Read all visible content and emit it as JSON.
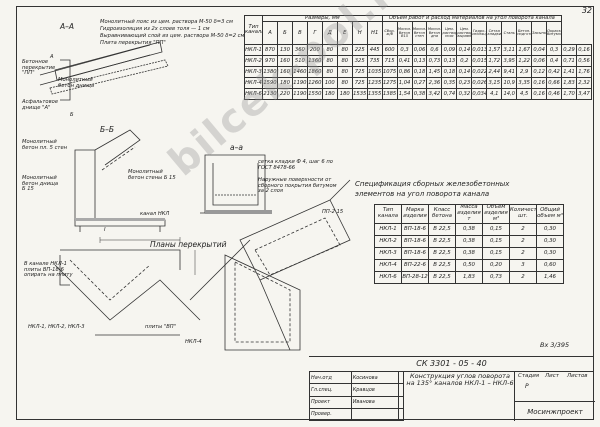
{
  "page_number": "32",
  "top_notes": {
    "line1": "Монолитный пояс из цем. раствора М-50 δ=3 см",
    "line2": "Гидроизоляция из 2х слоев толя — 1 см",
    "line3": "Выравнивающий слой из цем. раствора М-50 δ=2 см",
    "line4": "Плита перекрытия \"ПП\""
  },
  "drawing_labels": {
    "section_aa_top": "А–А",
    "section_bb": "Б–Б",
    "section_aa_small": "а–а",
    "plans_title": "Планы перекрытий",
    "label_upper_slab": "Бетонное перекрытие \"ПП\"",
    "label_concrete_bottom": "Монолитный бетон днища",
    "label_asphalt": "Асфальтовое днище \"А\"",
    "label_concrete_walls": "Монолитный бетон пл. 5 стен",
    "label_concrete_walls_b": "Монолитный бетон стены Б 15",
    "label_channel": "канал НКЛ",
    "label_mesh": "сетка кладки Ф 4, шаг 6 по ГОСТ 8478-66",
    "label_outer": "Наружные поверхности от сборного покрытия битумом за 2 слоя",
    "label_hkl_in": "В канале НКЛ-1 плиты ВП-18-6 опирать на плиту",
    "label_hkl_list": "НКЛ-1, НКЛ-2, НКЛ-3",
    "label_plate_pp": "плиты \"ВП\"",
    "label_hkl4": "НКЛ-4",
    "label_bottom_concrete": "Монолитный бетон днища Б 15",
    "label_pp_top": "ПП-2 15",
    "mark_1": "I",
    "mark_b": "Б",
    "mark_a": "А"
  },
  "main_table": {
    "header_group_dims": "Размеры, мм",
    "header_group_volume": "Объем работ и расход материалов на угол поворота канала",
    "header_type": "Тип канала",
    "dim_cols": [
      "А",
      "Б",
      "В",
      "Г",
      "Д",
      "Е",
      "Н",
      "Н1"
    ],
    "vol_cols": [
      "Сбор. ж/б",
      "Монол. бетон В15",
      "Монол. бетон стен",
      "Монол. бетон дна",
      "Цем. раствор пояс",
      "Цем. раствор выравн.",
      "Гидро-изоляция",
      "Сетка кладки",
      "Сталь",
      "Бетон. подготовка",
      "Засыпка",
      "Окраска битумом"
    ],
    "rows": [
      [
        "НКЛ-1",
        "870",
        "130",
        "360",
        "200",
        "80",
        "80",
        "225",
        "445",
        "600",
        "0,3",
        "0,06",
        "0,6",
        "0,09",
        "0,14",
        "0,013",
        "1,57",
        "3,11",
        "1,67",
        "0,04",
        "0,3",
        "0,29",
        "0,16"
      ],
      [
        "НКЛ-2",
        "970",
        "160",
        "510",
        "1360",
        "80",
        "80",
        "325",
        "735",
        "715",
        "0,41",
        "0,13",
        "0,73",
        "0,13",
        "0,2",
        "0,015",
        "1,72",
        "3,95",
        "1,22",
        "0,06",
        "0,4",
        "0,71",
        "0,56"
      ],
      [
        "НКЛ-3",
        "1380",
        "160",
        "1460",
        "1860",
        "80",
        "80",
        "725",
        "1035",
        "1075",
        "0,86",
        "0,18",
        "1,45",
        "0,18",
        "0,14",
        "0,022",
        "2,44",
        "9,41",
        "2,9",
        "0,12",
        "0,42",
        "1,41",
        "1,76"
      ],
      [
        "НКЛ-4",
        "1590",
        "180",
        "1190",
        "1260",
        "100",
        "80",
        "725",
        "1235",
        "1275",
        "1,04",
        "0,27",
        "2,36",
        "0,35",
        "0,23",
        "0,026",
        "3,15",
        "10,9",
        "3,35",
        "0,16",
        "0,66",
        "1,83",
        "2,32"
      ],
      [
        "НКЛ-6",
        "2130",
        "220",
        "1190",
        "1550",
        "180",
        "180",
        "1535",
        "1355",
        "1385",
        "1,54",
        "0,38",
        "3,42",
        "0,74",
        "0,32",
        "0,034",
        "4,1",
        "14,0",
        "4,5",
        "0,16",
        "0,46",
        "1,70",
        "3,47"
      ]
    ]
  },
  "spec": {
    "title_line1": "Спецификация сборных железобетонных",
    "title_line2": "элементов на угол поворота канала",
    "headers": [
      "Тип канала",
      "Марка изделия",
      "Класс бетона",
      "Масса изделия т",
      "Объем изделия м³",
      "Количество шт.",
      "Общий объем м³"
    ],
    "rows": [
      [
        "НКЛ-1",
        "ВП-18-6",
        "В 22,5",
        "0,38",
        "0,15",
        "2",
        "0,30"
      ],
      [
        "НКЛ-2",
        "ВП-18-6",
        "В 22,5",
        "0,38",
        "0,15",
        "2",
        "0,30"
      ],
      [
        "НКЛ-3",
        "ВП-18-6",
        "В 22,5",
        "0,38",
        "0,15",
        "2",
        "0,30"
      ],
      [
        "НКЛ-4",
        "ВП-22-6",
        "В 22,5",
        "0,50",
        "0,20",
        "3",
        "0,60"
      ],
      [
        "НКЛ-6",
        "ВП-28-12",
        "В 22,5",
        "1,83",
        "0,73",
        "2",
        "1,46"
      ]
    ]
  },
  "stamp_bottom": "Вх 3/395",
  "title_block": {
    "code": "СК 3301 - 05 - 40",
    "signatures": [
      [
        "Нач.отд",
        "Косинова",
        ""
      ],
      [
        "Гл.спец.",
        "Кравцов",
        ""
      ],
      [
        "Проект",
        "Иванова",
        ""
      ],
      [
        "Провер.",
        "",
        ""
      ]
    ],
    "title": "Конструкция углов поворота на 135° каналов НКЛ-1 – НКЛ-6",
    "stage_label": "Стадия",
    "sheet_label": "Лист",
    "sheets_label": "Листов",
    "stage_value": "Р",
    "organization": "Мосинжпроект"
  },
  "watermark": "bilcek-pol.ru"
}
